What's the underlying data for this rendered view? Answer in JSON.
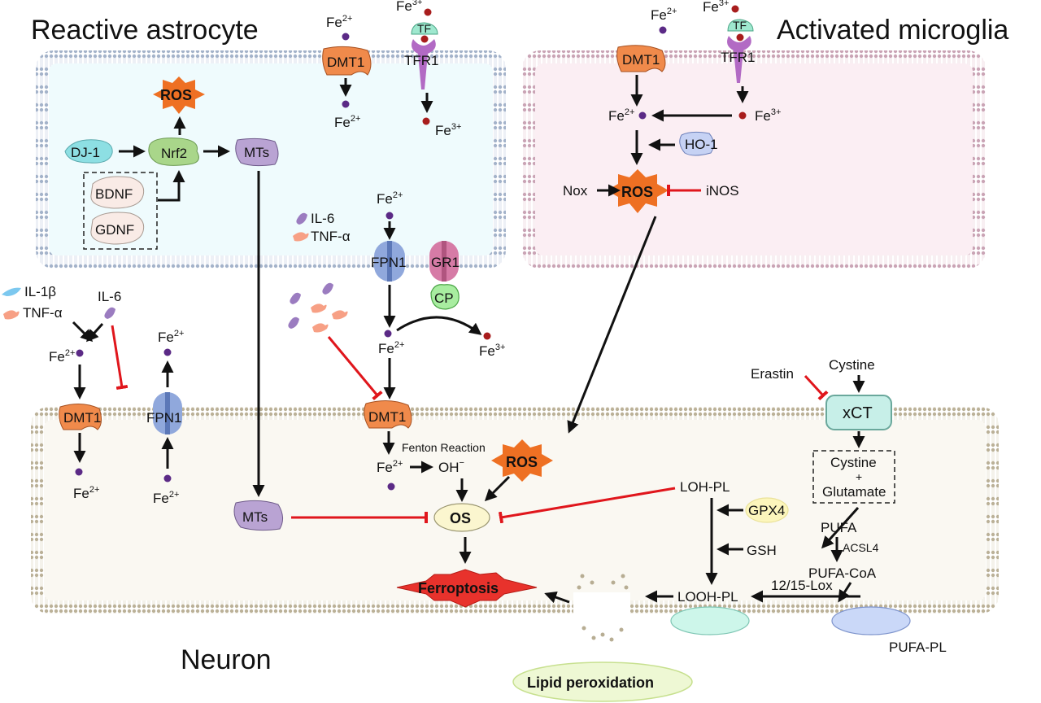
{
  "cells": {
    "astrocyte": {
      "title": "Reactive astrocyte",
      "fill": "#effbfd",
      "membrane": "#9aaac4"
    },
    "microglia": {
      "title": "Activated microglia",
      "fill": "#fbeef3",
      "membrane": "#c49aad"
    },
    "neuron": {
      "title": "Neuron",
      "fill": "#faf8f2",
      "membrane": "#b7ad93"
    }
  },
  "ions": {
    "fe2": "Fe",
    "fe2_charge": "2+",
    "fe3": "Fe",
    "fe3_charge": "3+",
    "fe2_color": "#5b2a86",
    "fe3_color": "#a81d1d"
  },
  "astrocyte": {
    "dmt1": "DMT1",
    "tf": "TF",
    "tfr1": "TFR1",
    "ros": "ROS",
    "dj1": "DJ-1",
    "nrf2": "Nrf2",
    "mts": "MTs",
    "bdnf": "BDNF",
    "gdnf": "GDNF",
    "legend_il6": "IL-6",
    "legend_tnfa": "TNF-α",
    "fpn1": "FPN1",
    "gr1": "GR1",
    "cp": "CP"
  },
  "microglia": {
    "dmt1": "DMT1",
    "tf": "TF",
    "tfr1": "TFR1",
    "ho1": "HO-1",
    "ros": "ROS",
    "nox": "Nox",
    "inos": "iNOS"
  },
  "extracellular": {
    "il1b": "IL-1β",
    "tnfa": "TNF-α",
    "il6": "IL-6",
    "erastin": "Erastin",
    "cystine": "Cystine"
  },
  "neuron": {
    "dmt1_left": "DMT1",
    "fpn1": "FPN1",
    "dmt1_center": "DMT1",
    "fenton": "Fenton Reaction",
    "oh": "OH",
    "oh_charge": "−",
    "mts": "MTs",
    "os": "OS",
    "ros": "ROS",
    "ferroptosis": "Ferroptosis",
    "xct": "xCT",
    "cystine": "Cystine",
    "plus": "+",
    "glutamate": "Glutamate",
    "loh_pl": "LOH-PL",
    "gpx4": "GPX4",
    "gsh": "GSH",
    "pufa": "PUFA",
    "acsl4": "ACSL4",
    "pufa_coa": "PUFA-CoA",
    "lox": "12/15-Lox",
    "looh_pl": "LOOH-PL",
    "pufa_pl": "PUFA-PL",
    "lipid_peroxidation": "Lipid peroxidation"
  },
  "colors": {
    "ros": "#ee7023",
    "dmt1": "#f08a4b",
    "tf": "#9fe8cf",
    "tfr1": "#b26ac4",
    "dj1": "#8ddfe3",
    "nrf2": "#a9d68a",
    "mts": "#b9a3d3",
    "neurotrophin": "#f9ebe6",
    "fpn1": "#90a8dc",
    "gr1": "#d67ba6",
    "cp": "#a8eda0",
    "ho1": "#c6d2f4",
    "os": "#fbf6cf",
    "ferroptosis": "#e8322c",
    "xct": "#c7efe8",
    "gpx4": "#fcf6bc",
    "lipid": "#eef8d4",
    "inhibit": "#e0161c"
  }
}
